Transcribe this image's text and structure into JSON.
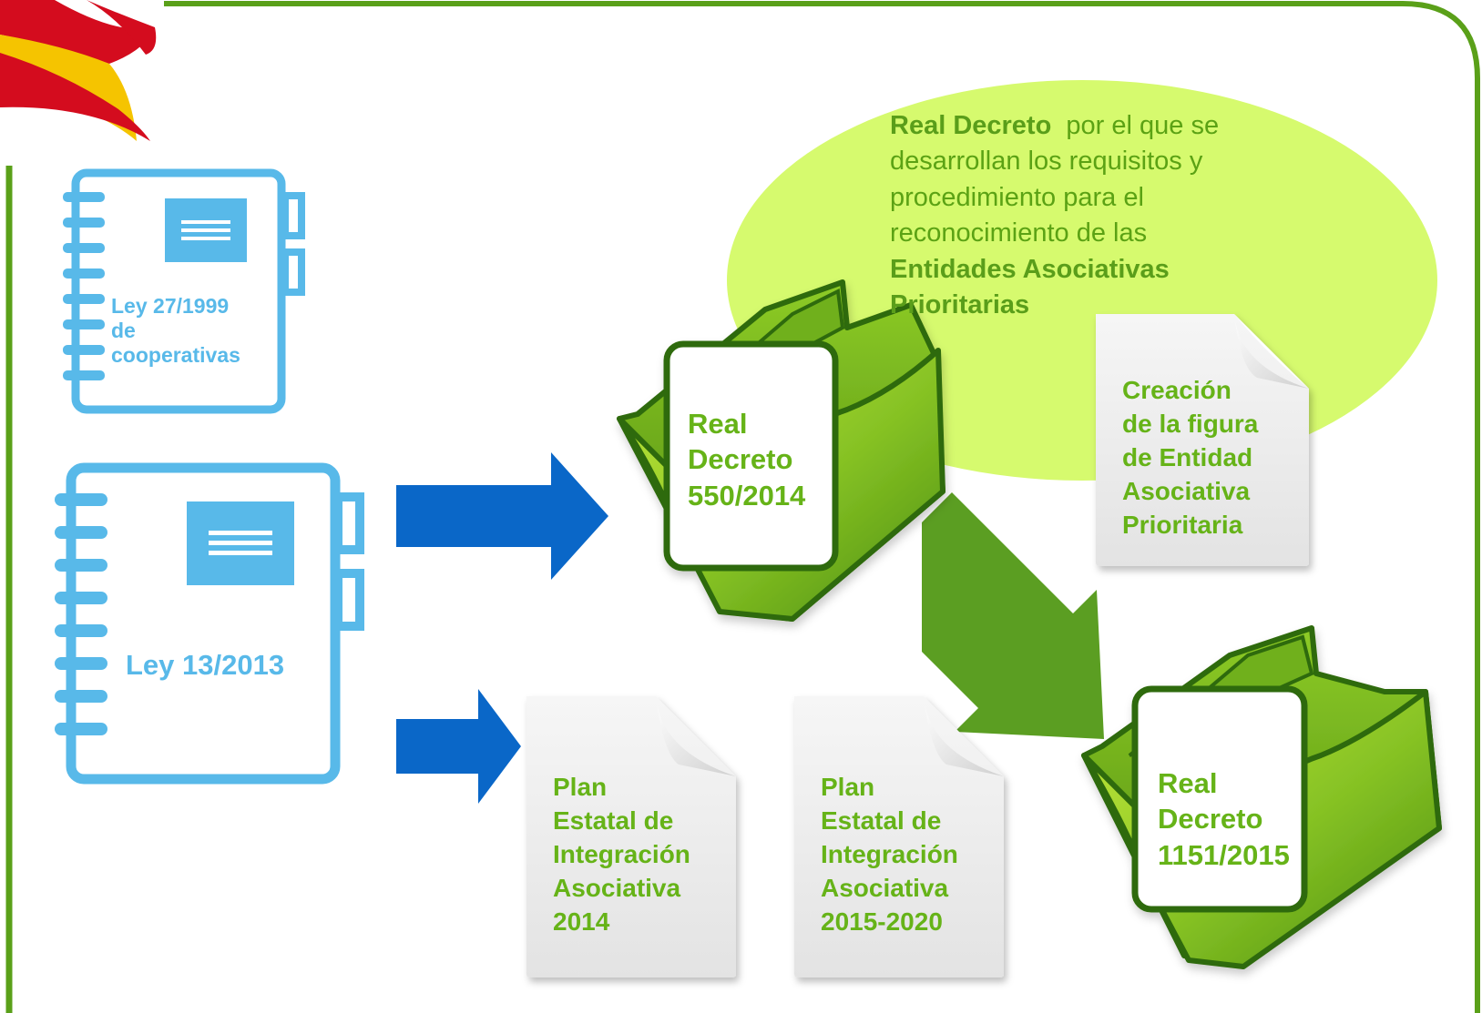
{
  "colors": {
    "frame_green": "#5aa019",
    "notebook_blue": "#58b9e9",
    "arrow_blue": "#0a67c8",
    "arrow_green": "#5b9e22",
    "bubble_green": "#d6fa6e",
    "label_green": "#66b318",
    "logo_red": "#d40c1e",
    "logo_yellow": "#f5c400"
  },
  "notebooks": [
    {
      "label_lines": [
        "Ley 27/1999",
        "de",
        "cooperativas"
      ],
      "icon": "notebook-icon"
    },
    {
      "label_lines": [
        "Ley 13/2013"
      ],
      "icon": "notebook-icon"
    }
  ],
  "bubble": {
    "lines": [
      {
        "bold": "Real Decreto",
        "text": "  por el que se"
      },
      {
        "bold": "",
        "text": "desarrollan los requisitos y"
      },
      {
        "bold": "",
        "text": "procedimiento para el"
      },
      {
        "bold": "",
        "text": "reconocimiento de las"
      },
      {
        "bold": "Entidades Asociativas",
        "text": ""
      },
      {
        "bold": "Prioritarias",
        "text": ""
      }
    ]
  },
  "folders": [
    {
      "label_lines": [
        "Real",
        "Decreto",
        "550/2014"
      ],
      "icon": "open-folder-icon"
    },
    {
      "label_lines": [
        "Real",
        "Decreto",
        "1151/2015"
      ],
      "icon": "open-folder-icon"
    }
  ],
  "documents": [
    {
      "label_lines": [
        "Creación",
        "de la figura",
        "de Entidad",
        "Asociativa",
        "Prioritaria"
      ],
      "icon": "document-icon"
    },
    {
      "label_lines": [
        "Plan",
        "Estatal de",
        "Integración",
        "Asociativa",
        "2014"
      ],
      "icon": "document-icon"
    },
    {
      "label_lines": [
        "Plan",
        "Estatal de",
        "Integración",
        "Asociativa",
        "2015-2020"
      ],
      "icon": "document-icon"
    }
  ],
  "arrows": [
    {
      "icon": "arrow-right-icon",
      "color": "blue"
    },
    {
      "icon": "arrow-right-icon",
      "color": "blue"
    },
    {
      "icon": "arrow-down-right-icon",
      "color": "green"
    }
  ]
}
